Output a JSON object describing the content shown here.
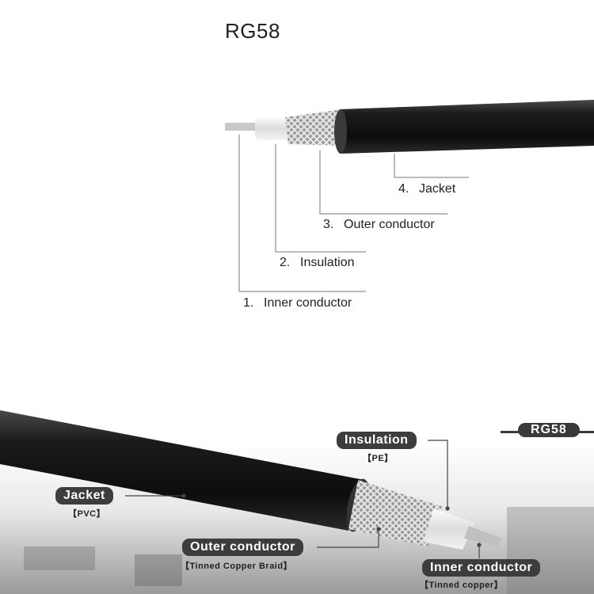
{
  "top": {
    "title": "RG58",
    "labels": [
      {
        "num": "4.",
        "text": "Jacket"
      },
      {
        "num": "3.",
        "text": "Outer conductor"
      },
      {
        "num": "2.",
        "text": "Insulation"
      },
      {
        "num": "1.",
        "text": "Inner conductor"
      }
    ]
  },
  "bottom": {
    "brand": "RG58",
    "callouts": [
      {
        "name": "Insulation",
        "material": "【PE】"
      },
      {
        "name": "Jacket",
        "material": "【PVC】"
      },
      {
        "name": "Outer conductor",
        "material": "【Tinned Copper Braid】"
      },
      {
        "name": "Inner conductor",
        "material": "【Tinned copper】"
      }
    ]
  },
  "colors": {
    "jacket": "#1a1a1a",
    "pill": "#3d3d3d",
    "braid": "#c8c8c8"
  }
}
